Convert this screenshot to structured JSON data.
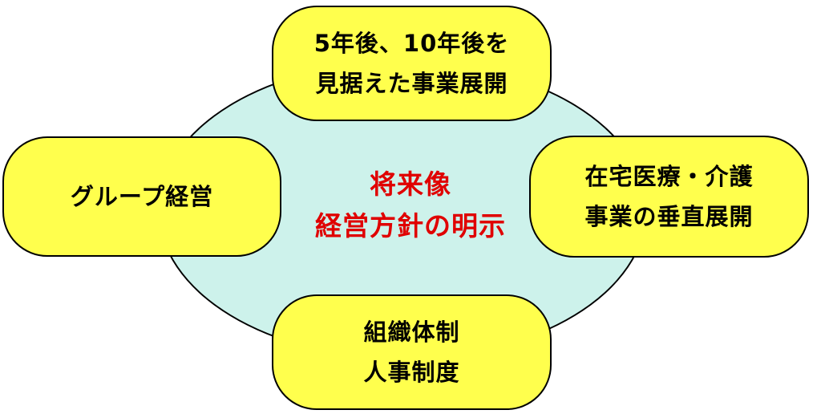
{
  "colors": {
    "ellipse_fill": "#cdf2eb",
    "box_fill": "#ffff4d",
    "outline": "#000000",
    "center_text": "#e00000"
  },
  "center": {
    "line1": "将来像",
    "line2": "経営方針の明示"
  },
  "nodes": {
    "top": {
      "line1": "5年後、10年後を",
      "line2": "見据えた事業展開"
    },
    "left": {
      "line1": "グループ経営"
    },
    "right": {
      "line1": "在宅医療・介護",
      "line2": "事業の垂直展開"
    },
    "bottom": {
      "line1": "組織体制",
      "line2": "人事制度"
    }
  }
}
